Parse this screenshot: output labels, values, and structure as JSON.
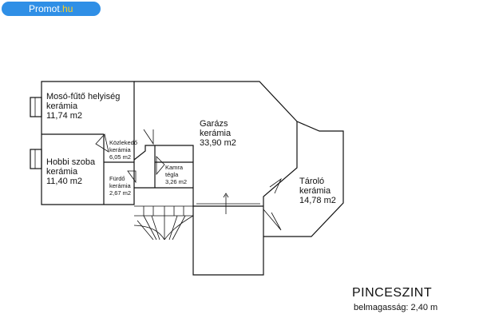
{
  "watermark": {
    "name": "Promot",
    "tld": ".hu",
    "color": "#2f8fe6"
  },
  "plan": {
    "title": "PINCESZINT",
    "subtitle": "belmagasság: 2,40 m",
    "rooms": [
      {
        "name": "Mosó-fűtő helyiség",
        "material": "kerámia",
        "area": "11,74 m2"
      },
      {
        "name": "Garázs",
        "material": "kerámia",
        "area": "33,90 m2"
      },
      {
        "name": "Hobbi szoba",
        "material": "kerámia",
        "area": "11,40 m2"
      },
      {
        "name": "Közlekedő",
        "material": "kerámia",
        "area": "6,05 m2"
      },
      {
        "name": "Fürdő",
        "material": "kerámia",
        "area": "2,67 m2"
      },
      {
        "name": "Kamra",
        "material": "tégla",
        "area": "3,26 m2"
      },
      {
        "name": "Tároló",
        "material": "kerámia",
        "area": "14,78 m2"
      }
    ]
  }
}
